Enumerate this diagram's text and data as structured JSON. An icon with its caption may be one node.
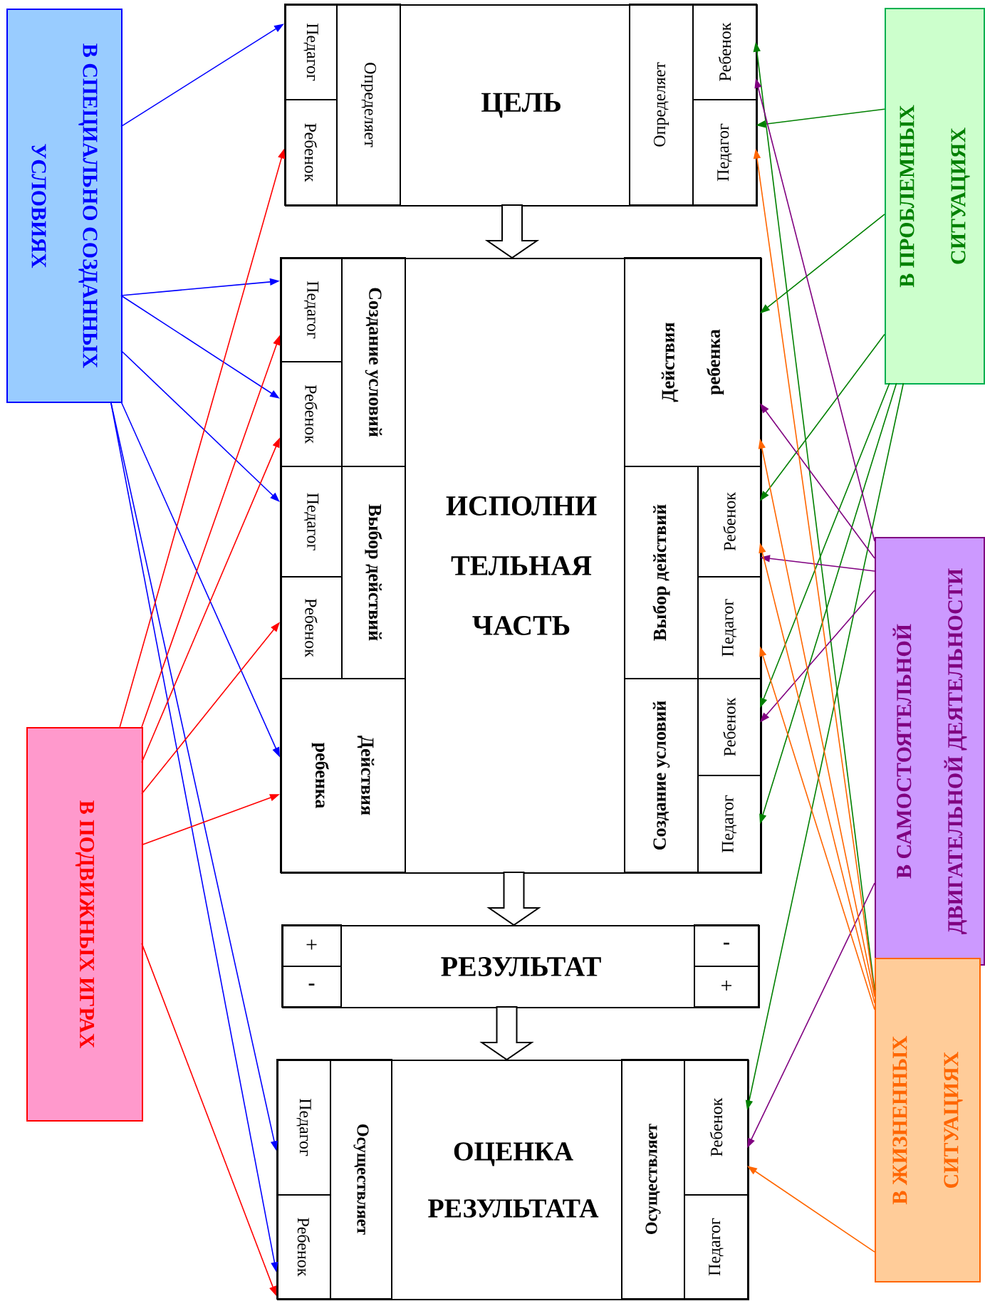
{
  "diagram": {
    "nodes": [
      {
        "text": [
          "В СПЕЦИАЛЬНО СОЗДАННЫХ УСЛОВИЯХ"
        ]
      },
      {
        "text": [
          "В ПОДВИЖНЫХ ИГРАХ"
        ]
      },
      {
        "text": [
          "В ПРОБЛЕМНЫХ СИТУАЦИЯХ"
        ]
      },
      {
        "text": [
          "В САМОСТОЯТЕЛЬНОЙ ДВИГАТЕЛЬНОЙ ДЕЯТЕЛЬНОСТИ"
        ]
      },
      {
        "text": [
          "В ЖИЗНЕННЫХ СИТУАЦИЯХ"
        ]
      },
      {
        "text": [
          "ЦЕЛЬ"
        ]
      },
      {
        "text": [
          "Педагог"
        ],
        "in": 5
      },
      {
        "text": [
          "Ребенок"
        ],
        "in": 5
      },
      {
        "text": [
          "Определяет"
        ],
        "in": 5
      },
      {
        "text": [
          "Определяет"
        ],
        "in": 5
      },
      {
        "text": [
          "Ребенок"
        ],
        "in": 5
      },
      {
        "text": [
          "Педагог"
        ],
        "in": 5
      },
      {
        "text": [
          "ИСПОЛНИ ТЕЛЬНАЯ ЧАСТЬ"
        ]
      },
      {
        "text": [
          "Педагог"
        ],
        "in": 12
      },
      {
        "text": [
          "Ребенок"
        ],
        "in": 12
      },
      {
        "text": [
          "Создание условий"
        ],
        "in": 12
      },
      {
        "text": [
          "Педагог"
        ],
        "in": 12
      },
      {
        "text": [
          "Ребенок"
        ],
        "in": 12
      },
      {
        "text": [
          "Выбор действий"
        ],
        "in": 12
      },
      {
        "text": [
          "Действия ребенка"
        ],
        "in": 12
      },
      {
        "text": [
          "Действия ребенка"
        ],
        "in": 12
      },
      {
        "text": [
          "Выбор действий"
        ],
        "in": 12
      },
      {
        "text": [
          "Ребенок"
        ],
        "in": 12
      },
      {
        "text": [
          "Педагог"
        ],
        "in": 12
      },
      {
        "text": [
          "Создание условий"
        ],
        "in": 12
      },
      {
        "text": [
          "Ребенок"
        ],
        "in": 12
      },
      {
        "text": [
          "Педагог"
        ],
        "in": 12
      },
      {
        "text": [
          "РЕЗУЛЬТАТ"
        ]
      },
      {
        "text": [
          "+"
        ],
        "in": 27
      },
      {
        "text": [
          "-"
        ],
        "in": 27
      },
      {
        "text": [
          "-"
        ],
        "in": 27
      },
      {
        "text": [
          "+"
        ],
        "in": 27
      },
      {
        "text": [
          "ОЦЕНКА РЕЗУЛЬТАТА"
        ]
      },
      {
        "text": [
          "Педагог"
        ],
        "in": 32
      },
      {
        "text": [
          "Ребенок"
        ],
        "in": 32
      },
      {
        "text": [
          "Осуществляет"
        ],
        "in": 32
      },
      {
        "text": [
          "Осуществляет"
        ],
        "in": 32
      },
      {
        "text": [
          "Ребенок"
        ],
        "in": 32
      },
      {
        "text": [
          "Педагог"
        ],
        "in": 32
      }
    ],
    "edges": [
      {
        "from": 0,
        "to": 6,
        "arrow": "to",
        "color": "#0000ff"
      },
      {
        "from": 0,
        "to": 13,
        "arrow": "to",
        "color": "#0000ff"
      },
      {
        "from": 0,
        "to": 14,
        "arrow": "to",
        "color": "#0000ff"
      },
      {
        "from": 0,
        "to": 16,
        "arrow": "to",
        "color": "#0000ff"
      },
      {
        "from": 0,
        "to": 19,
        "arrow": "to",
        "color": "#0000ff"
      },
      {
        "from": 0,
        "to": 33,
        "arrow": "to",
        "color": "#0000ff"
      },
      {
        "from": 0,
        "to": 34,
        "arrow": "to",
        "color": "#0000ff"
      },
      {
        "from": 1,
        "to": 7,
        "arrow": "to",
        "color": "#ff0000"
      },
      {
        "from": 1,
        "to": 13,
        "arrow": "to",
        "color": "#ff0000"
      },
      {
        "from": 1,
        "to": 14,
        "arrow": "to",
        "color": "#ff0000"
      },
      {
        "from": 1,
        "to": 17,
        "arrow": "to",
        "color": "#ff0000"
      },
      {
        "from": 1,
        "to": 19,
        "arrow": "to",
        "color": "#ff0000"
      },
      {
        "from": 1,
        "to": 34,
        "arrow": "to",
        "color": "#ff0000"
      },
      {
        "from": 2,
        "to": 11,
        "arrow": "to",
        "color": "#008000"
      },
      {
        "from": 2,
        "to": 20,
        "arrow": "to",
        "color": "#008000"
      },
      {
        "from": 2,
        "to": 22,
        "arrow": "to",
        "color": "#008000"
      },
      {
        "from": 2,
        "to": 25,
        "arrow": "to",
        "color": "#008000"
      },
      {
        "from": 2,
        "to": 26,
        "arrow": "to",
        "color": "#008000"
      },
      {
        "from": 2,
        "to": 37,
        "arrow": "to",
        "color": "#008000"
      },
      {
        "from": 4,
        "to": 10,
        "arrow": "to",
        "color": "#008000"
      },
      {
        "from": 3,
        "to": 10,
        "arrow": "to",
        "color": "#800080"
      },
      {
        "from": 3,
        "to": 20,
        "arrow": "to",
        "color": "#800080"
      },
      {
        "from": 3,
        "to": 22,
        "arrow": "to",
        "color": "#800080"
      },
      {
        "from": 3,
        "to": 25,
        "arrow": "to",
        "color": "#800080"
      },
      {
        "from": 3,
        "to": 37,
        "arrow": "to",
        "color": "#800080"
      },
      {
        "from": 4,
        "to": 11,
        "arrow": "to",
        "color": "#ff6600"
      },
      {
        "from": 4,
        "to": 20,
        "arrow": "to",
        "color": "#ff6600"
      },
      {
        "from": 4,
        "to": 22,
        "arrow": "to",
        "color": "#ff6600"
      },
      {
        "from": 4,
        "to": 23,
        "arrow": "to",
        "color": "#ff6600"
      },
      {
        "from": 4,
        "to": 37,
        "arrow": "to",
        "color": "#ff6600"
      },
      {
        "from": 5,
        "to": 12,
        "arrow": "to",
        "style": "thick"
      },
      {
        "from": 12,
        "to": 27,
        "arrow": "to",
        "style": "thick"
      },
      {
        "from": 27,
        "to": 32,
        "arrow": "to",
        "style": "thick"
      }
    ]
  }
}
